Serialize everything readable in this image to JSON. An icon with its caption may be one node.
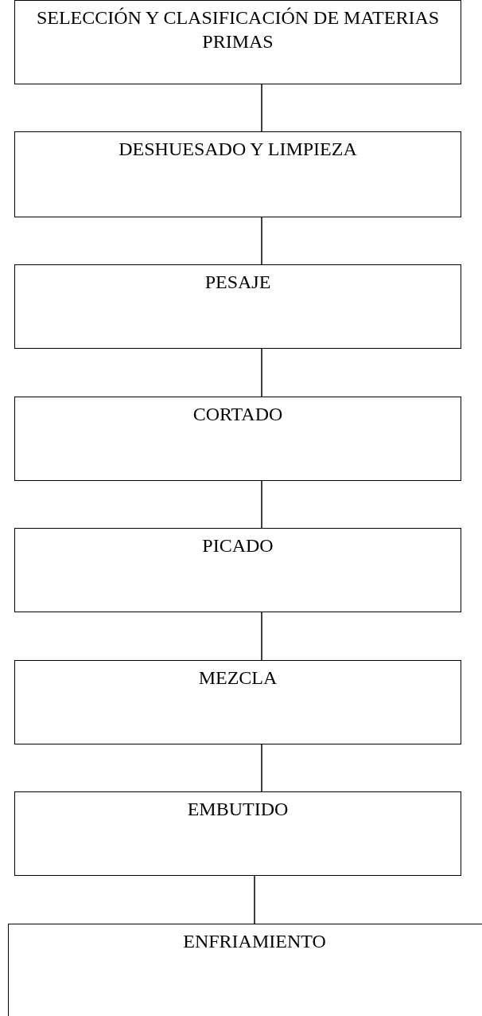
{
  "diagram": {
    "nodes": [
      {
        "text": [
          "SELECCIÓN Y CLASIFICACIÓN DE MATERIAS PRIMAS"
        ]
      },
      {
        "text": [
          "DESHUESADO Y LIMPIEZA"
        ]
      },
      {
        "text": [
          "PESAJE"
        ]
      },
      {
        "text": [
          "CORTADO"
        ]
      },
      {
        "text": [
          "PICADO"
        ]
      },
      {
        "text": [
          "MEZCLA"
        ]
      },
      {
        "text": [
          "EMBUTIDO"
        ]
      },
      {
        "text": [
          "ENFRIAMIENTO"
        ]
      }
    ],
    "edges": [
      {
        "from": 0,
        "to": 1,
        "arrow": "none"
      },
      {
        "from": 1,
        "to": 2,
        "arrow": "none"
      },
      {
        "from": 2,
        "to": 3,
        "arrow": "none"
      },
      {
        "from": 3,
        "to": 4,
        "arrow": "none"
      },
      {
        "from": 4,
        "to": 5,
        "arrow": "none"
      },
      {
        "from": 5,
        "to": 6,
        "arrow": "none"
      },
      {
        "from": 6,
        "to": 7,
        "arrow": "none"
      }
    ]
  }
}
